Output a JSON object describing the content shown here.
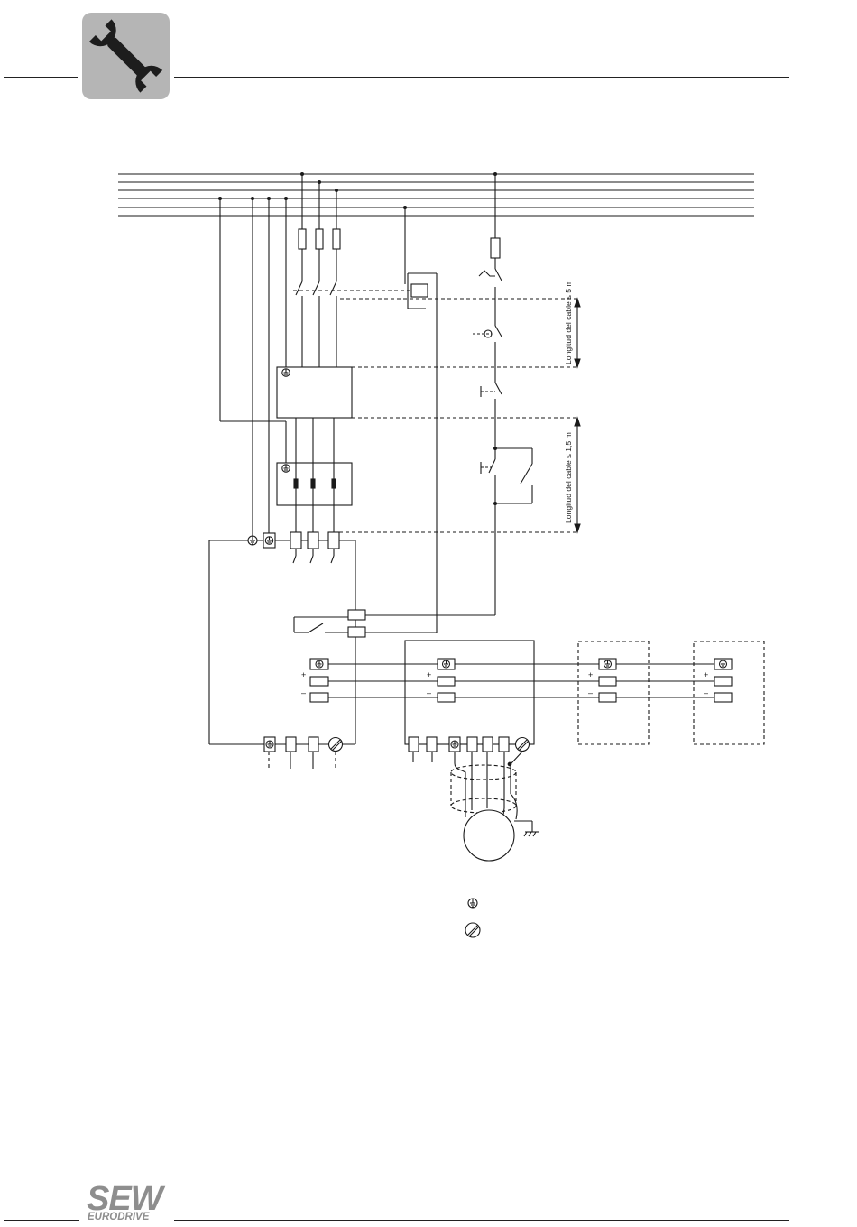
{
  "logo": {
    "main": "SEW",
    "sub": "EURODRIVE"
  },
  "cable_labels": {
    "upper": "Longitud del cable  ≤ 5 m",
    "lower": "Longitud del cable  ≤ 1,5 m"
  },
  "polarity": {
    "plus": "+",
    "minus": "–"
  },
  "legend_symbols": [
    "pe-terminal-symbol",
    "shield-clamp-symbol"
  ],
  "colors": {
    "line": "#1a1a1a",
    "tile": "#b5b5b5",
    "logo": "#8e8e8e"
  }
}
